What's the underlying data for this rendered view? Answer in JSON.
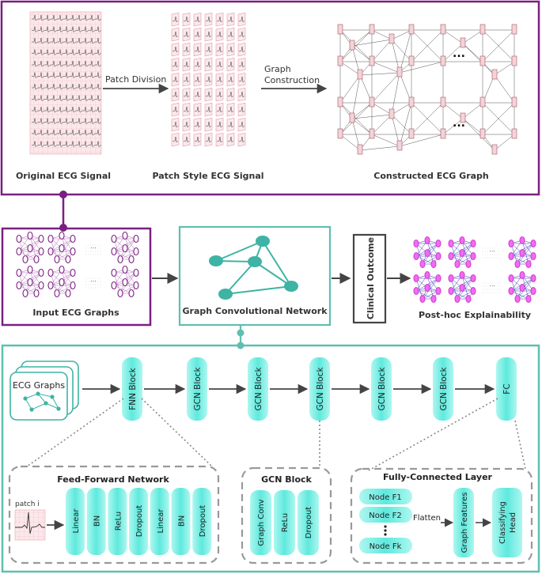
{
  "top": {
    "labels": {
      "original": "Original ECG Signal",
      "patch_style": "Patch Style ECG Signal",
      "constructed": "Constructed ECG Graph",
      "patch_division": "Patch Division",
      "graph_construction_1": "Graph",
      "graph_construction_2": "Construction",
      "ellipsis": "..."
    }
  },
  "middle": {
    "input_graphs": "Input ECG Graphs",
    "gcn": "Graph Convolutional Network",
    "clinical": "Clinical Outcome",
    "posthoc": "Post-hoc Explainability"
  },
  "bottom": {
    "ecg_graphs": "ECG Graphs",
    "pipeline": [
      "FNN Block",
      "GCN Block",
      "GCN Block",
      "GCN Block",
      "GCN Block",
      "GCN Block",
      "FC"
    ],
    "ffn": {
      "title": "Feed-Forward Network",
      "patch": "patch i",
      "layers": [
        "Linear",
        "BN",
        "ReLu",
        "Dropout",
        "Linear",
        "BN",
        "Dropout"
      ]
    },
    "gcn_block": {
      "title": "GCN Block",
      "layers": [
        "Graph Conv",
        "ReLu",
        "Dropout"
      ]
    },
    "fc": {
      "title": "Fully-Connected Layer",
      "nodes": [
        "Node F1",
        "Node F2",
        "Node Fk"
      ],
      "flatten": "Flatten",
      "graph_features": "Graph Features",
      "classifying_head_1": "Classifying",
      "classifying_head_2": "Head"
    }
  },
  "colors": {
    "purple": "#7b1f82",
    "teal": "#5fbfb0",
    "cyan": "#7eeee6",
    "magenta": "#e04fe0"
  }
}
